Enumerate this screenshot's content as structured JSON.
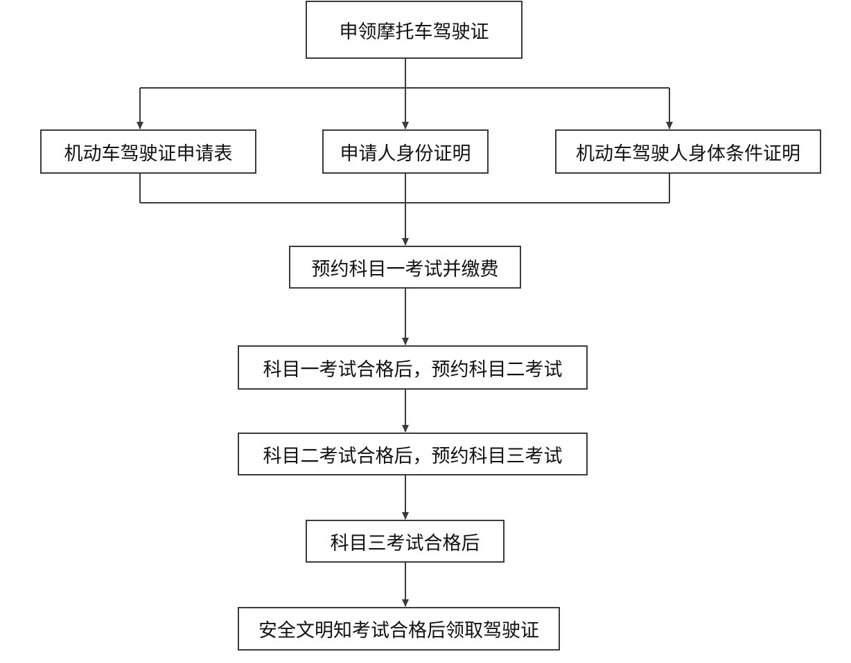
{
  "flowchart": {
    "apply": "申领摩托车驾驶证",
    "materials": {
      "application_form": "机动车驾驶证申请表",
      "identity_proof": "申请人身份证明",
      "health_proof": "机动车驾驶人身体条件证明"
    },
    "book_subject1": "预约科目一考试并缴费",
    "book_subject2": "科目一考试合格后，预约科目二考试",
    "book_subject3": "科目二考试合格后，预约科目三考试",
    "pass_subject3": "科目三考试合格后",
    "get_license": "安全文明知考试合格后领取驾驶证"
  },
  "colors": {
    "line": "#3a3a3a",
    "box_border": "#3a3a3a",
    "text": "#111111",
    "background": "#ffffff"
  }
}
